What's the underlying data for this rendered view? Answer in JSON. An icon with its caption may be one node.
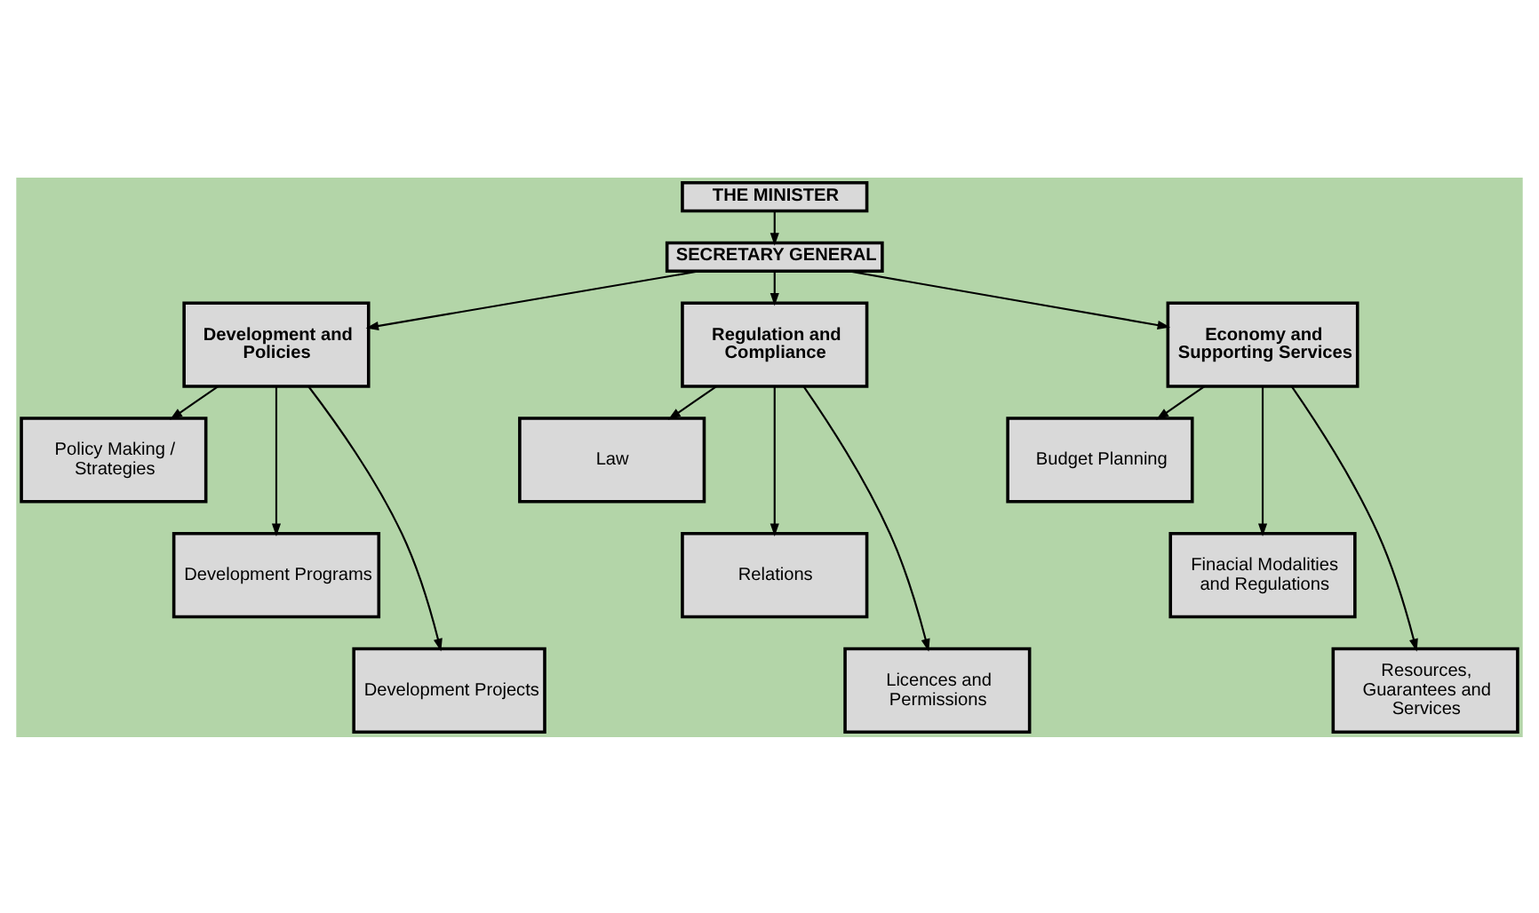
{
  "diagram": {
    "nodes": [
      {
        "text": [
          "THE MINISTER"
        ]
      },
      {
        "text": [
          "SECRETARY GENERAL"
        ]
      },
      {
        "text": [
          "Development and Policies"
        ]
      },
      {
        "text": [
          "Regulation and Compliance"
        ]
      },
      {
        "text": [
          "Economy and Supporting Services"
        ]
      },
      {
        "text": [
          "Policy Making / Strategies"
        ]
      },
      {
        "text": [
          "Law"
        ]
      },
      {
        "text": [
          "Budget Planning"
        ]
      },
      {
        "text": [
          "Development Programs"
        ]
      },
      {
        "text": [
          "Relations"
        ]
      },
      {
        "text": [
          "Finacial Modalities and Regulations"
        ]
      },
      {
        "text": [
          "Development Projects"
        ]
      },
      {
        "text": [
          "Licences and Permissions"
        ]
      },
      {
        "text": [
          "Resources, Guarantees and Services"
        ]
      }
    ],
    "edges": [
      {
        "from": 0,
        "to": 1,
        "arrow": "to"
      },
      {
        "from": 1,
        "to": 2,
        "arrow": "to"
      },
      {
        "from": 1,
        "to": 3,
        "arrow": "to"
      },
      {
        "from": 1,
        "to": 4,
        "arrow": "to"
      },
      {
        "from": 2,
        "to": 5,
        "arrow": "to"
      },
      {
        "from": 2,
        "to": 8,
        "arrow": "to"
      },
      {
        "from": 2,
        "to": 11,
        "arrow": "to"
      },
      {
        "from": 3,
        "to": 6,
        "arrow": "to"
      },
      {
        "from": 3,
        "to": 9,
        "arrow": "to"
      },
      {
        "from": 3,
        "to": 12,
        "arrow": "to"
      },
      {
        "from": 4,
        "to": 7,
        "arrow": "to"
      },
      {
        "from": 4,
        "to": 10,
        "arrow": "to"
      },
      {
        "from": 4,
        "to": 13,
        "arrow": "to"
      }
    ]
  }
}
